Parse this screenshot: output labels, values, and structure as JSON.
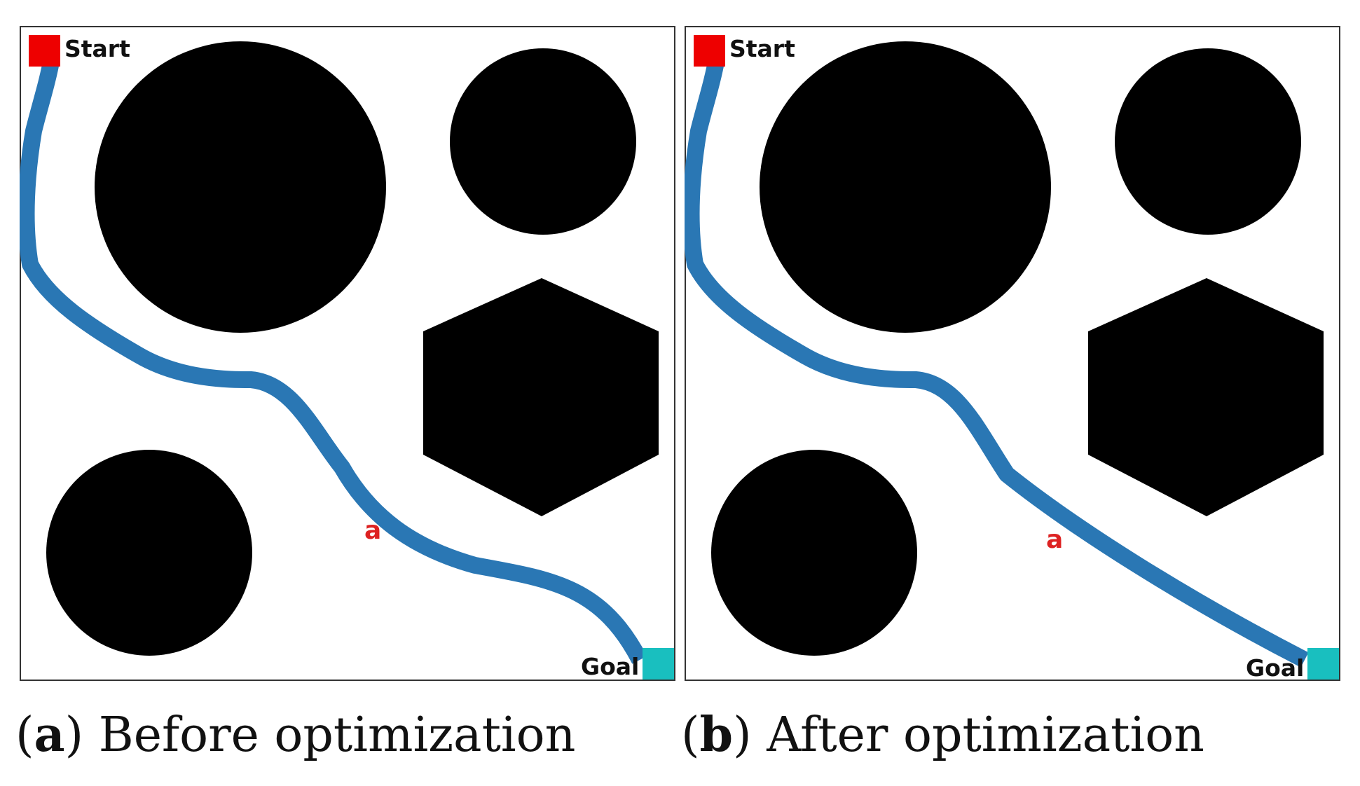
{
  "colors": {
    "obstacle": "#000000",
    "path": "#2a77b4",
    "start": "#ee0000",
    "goal": "#19bfbf",
    "point_label": "#dd2222",
    "frame": "#333333"
  },
  "panels": [
    {
      "id": "a",
      "caption_letter": "a",
      "caption_text": "Before optimization",
      "start_label": "Start",
      "goal_label": "Goal",
      "point_label": "a"
    },
    {
      "id": "b",
      "caption_letter": "b",
      "caption_text": "After optimization",
      "start_label": "Start",
      "goal_label": "Goal",
      "point_label": "a"
    }
  ]
}
